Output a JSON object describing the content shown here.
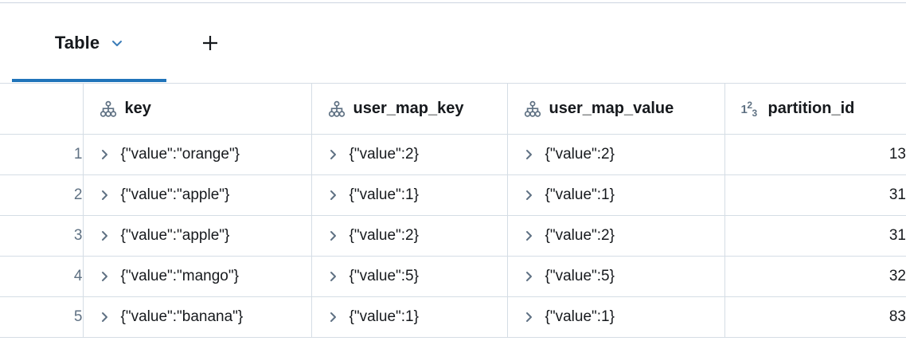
{
  "tabs": {
    "active_label": "Table",
    "dropdown_icon": "chevron-down-icon",
    "add_icon": "plus-icon",
    "accent_color": "#2074ba"
  },
  "table": {
    "columns": [
      {
        "label": "",
        "type_icon": "",
        "align": "right"
      },
      {
        "label": "key",
        "type_icon": "struct-icon",
        "align": "left"
      },
      {
        "label": "user_map_key",
        "type_icon": "struct-icon",
        "align": "left"
      },
      {
        "label": "user_map_value",
        "type_icon": "struct-icon",
        "align": "left"
      },
      {
        "label": "partition_id",
        "type_icon": "number-type-icon",
        "align": "right"
      }
    ],
    "number_type_glyph": {
      "base1": "1",
      "sup": "2",
      "sub": "3"
    },
    "expand_icon": "chevron-right-icon",
    "rows": [
      {
        "num": "1",
        "key": "{\"value\":\"orange\"}",
        "user_map_key": "{\"value\":2}",
        "user_map_value": "{\"value\":2}",
        "partition_id": "13"
      },
      {
        "num": "2",
        "key": "{\"value\":\"apple\"}",
        "user_map_key": "{\"value\":1}",
        "user_map_value": "{\"value\":1}",
        "partition_id": "31"
      },
      {
        "num": "3",
        "key": "{\"value\":\"apple\"}",
        "user_map_key": "{\"value\":2}",
        "user_map_value": "{\"value\":2}",
        "partition_id": "31"
      },
      {
        "num": "4",
        "key": "{\"value\":\"mango\"}",
        "user_map_key": "{\"value\":5}",
        "user_map_value": "{\"value\":5}",
        "partition_id": "32"
      },
      {
        "num": "5",
        "key": "{\"value\":\"banana\"}",
        "user_map_key": "{\"value\":1}",
        "user_map_value": "{\"value\":1}",
        "partition_id": "83"
      }
    ]
  }
}
